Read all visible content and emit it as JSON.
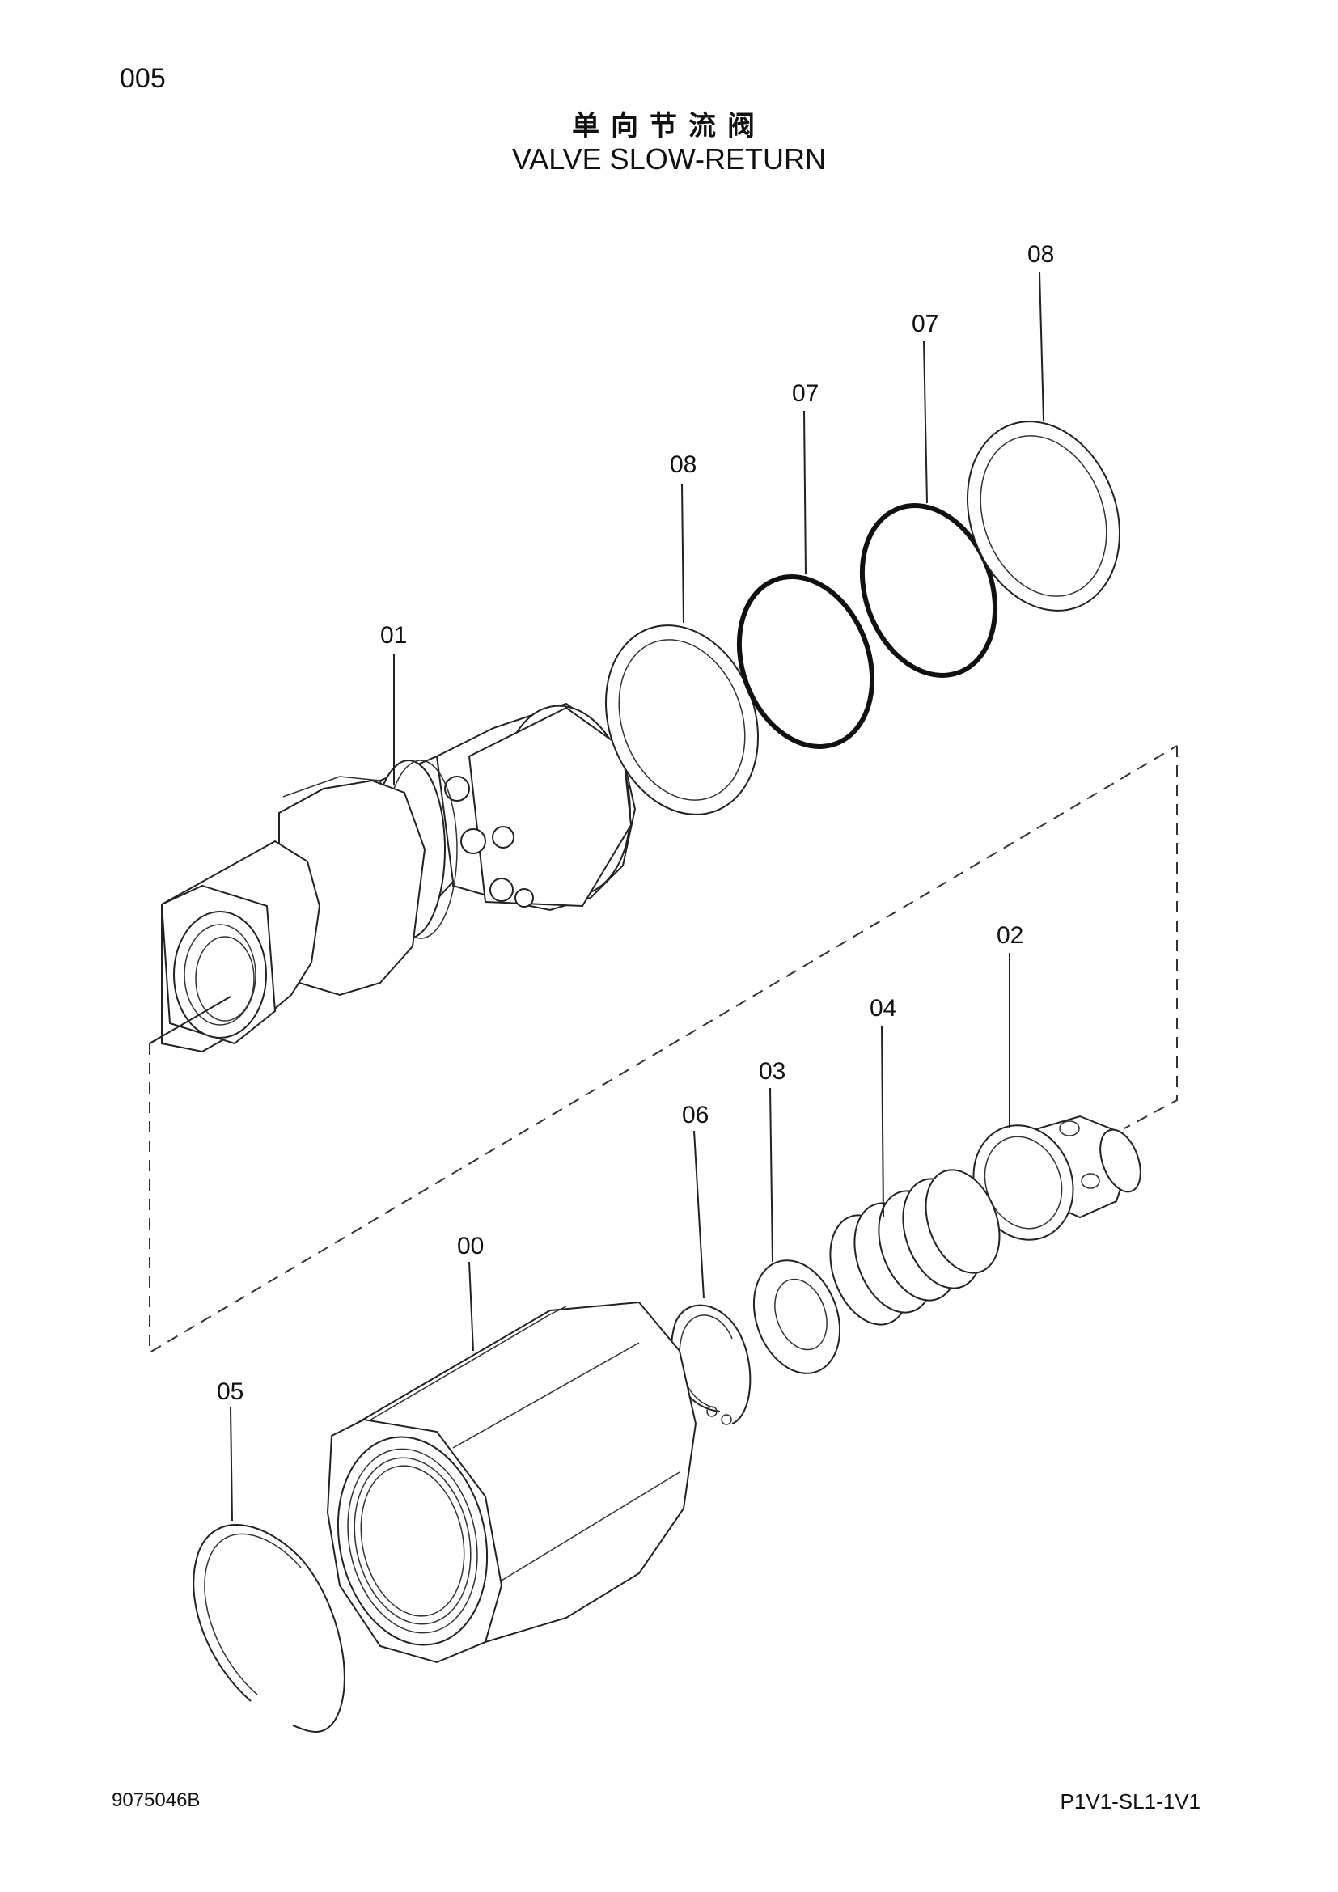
{
  "header": {
    "page_number": "005",
    "title_cn": "单向节流阀",
    "title_en": "VALVE SLOW-RETURN"
  },
  "footer": {
    "doc_number": "9075046B",
    "model_code": "P1V1-SL1-1V1"
  },
  "callouts": {
    "c00": "00",
    "c01": "01",
    "c02": "02",
    "c03": "03",
    "c04": "04",
    "c05": "05",
    "c06": "06",
    "c07a": "07",
    "c07b": "07",
    "c08a": "08",
    "c08b": "08"
  }
}
